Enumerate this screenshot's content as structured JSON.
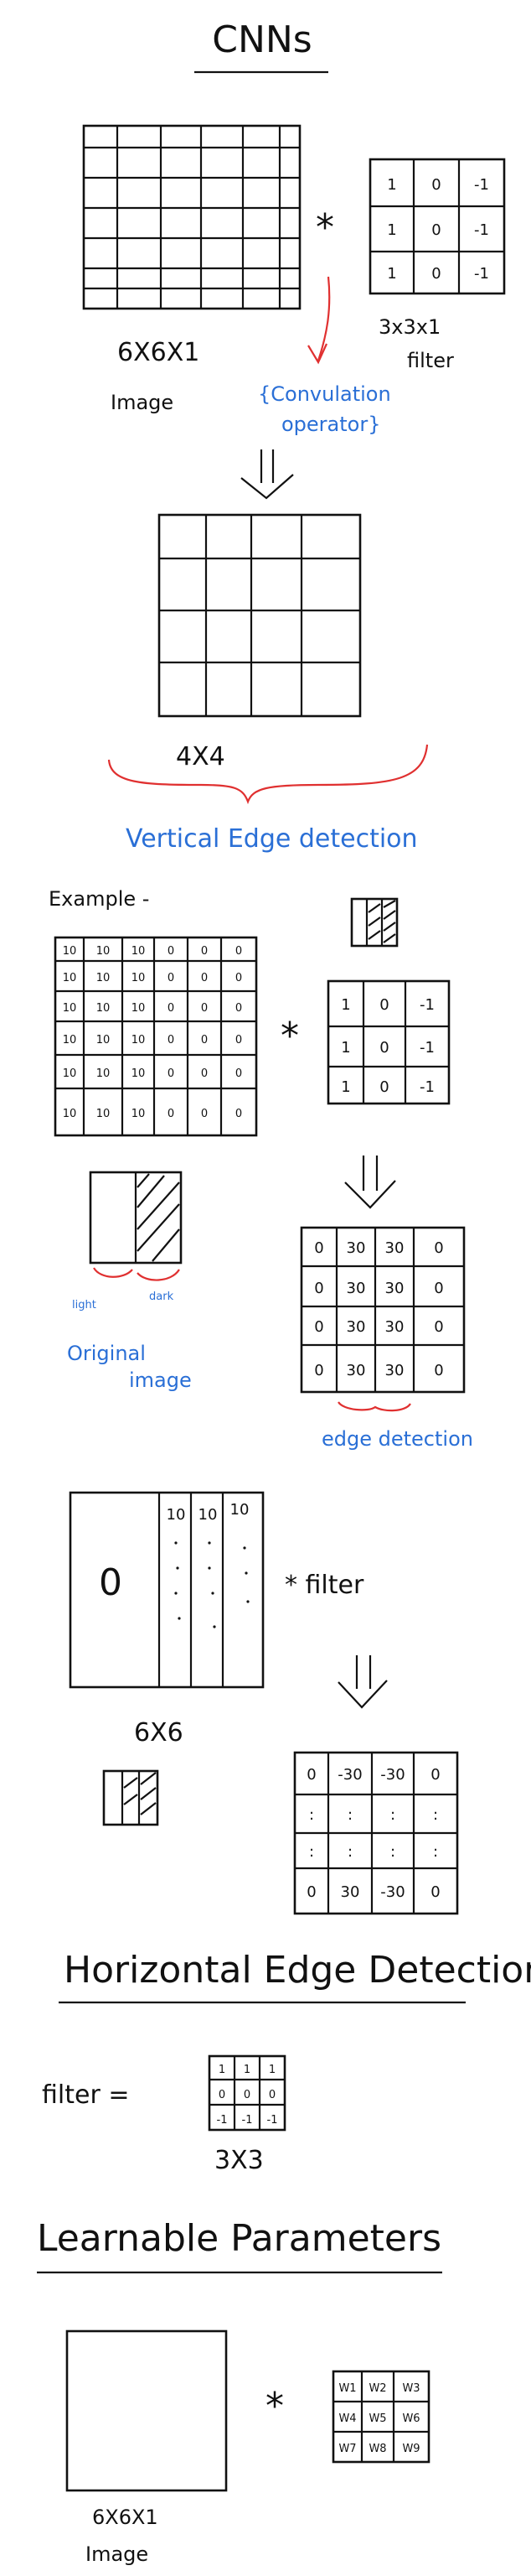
{
  "title": "CNNs",
  "intro": {
    "image_label": "6X6X1",
    "image_caption": "Image",
    "filter_values": [
      [
        "1",
        "0",
        "-1"
      ],
      [
        "1",
        "0",
        "-1"
      ],
      [
        "1",
        "0",
        "-1"
      ]
    ],
    "filter_label": "3x3x1",
    "filter_caption": "filter",
    "op_symbol": "*",
    "convolution_note_1": "{Convulation",
    "convolution_note_2": "operator}",
    "result_label": "4X4",
    "edge_caption": "Vertical Edge detection"
  },
  "example": {
    "heading": "Example -",
    "image_values": [
      [
        "10",
        "10",
        "10",
        "0",
        "0",
        "0"
      ],
      [
        "10",
        "10",
        "10",
        "0",
        "0",
        "0"
      ],
      [
        "10",
        "10",
        "10",
        "0",
        "0",
        "0"
      ],
      [
        "10",
        "10",
        "10",
        "0",
        "0",
        "0"
      ],
      [
        "10",
        "10",
        "10",
        "0",
        "0",
        "0"
      ],
      [
        "10",
        "10",
        "10",
        "0",
        "0",
        "0"
      ]
    ],
    "filter_values": [
      [
        "1",
        "0",
        "-1"
      ],
      [
        "1",
        "0",
        "-1"
      ],
      [
        "1",
        "0",
        "-1"
      ]
    ],
    "output_values": [
      [
        "0",
        "30",
        "30",
        "0"
      ],
      [
        "0",
        "30",
        "30",
        "0"
      ],
      [
        "0",
        "30",
        "30",
        "0"
      ],
      [
        "0",
        "30",
        "30",
        "0"
      ]
    ],
    "light_label": "light",
    "dark_label": "dark",
    "original_label_1": "Original",
    "original_label_2": "image",
    "edge_label": "edge detection"
  },
  "inverted": {
    "zero_label": "0",
    "ten_labels": [
      "10",
      "10",
      "10"
    ],
    "filter_text": "* filter",
    "size_label": "6X6",
    "output_values": [
      [
        "0",
        "-30",
        "-30",
        "0"
      ],
      [
        ":",
        ":",
        ":",
        ":"
      ],
      [
        ":",
        ":",
        ":",
        ":"
      ],
      [
        "0",
        "30",
        "-30",
        "0"
      ]
    ]
  },
  "horizontal": {
    "heading": "Horizontal Edge Detection",
    "filter_text": "filter =",
    "filter_values": [
      [
        "1",
        "1",
        "1"
      ],
      [
        "0",
        "0",
        "0"
      ],
      [
        "-1",
        "-1",
        "-1"
      ]
    ],
    "size_label": "3X3"
  },
  "learnable": {
    "heading": "Learnable Parameters",
    "op_symbol": "*",
    "weights": [
      [
        "W1",
        "W2",
        "W3"
      ],
      [
        "W4",
        "W5",
        "W6"
      ],
      [
        "W7",
        "W8",
        "W9"
      ]
    ],
    "image_label": "6X6X1",
    "image_caption": "Image"
  }
}
